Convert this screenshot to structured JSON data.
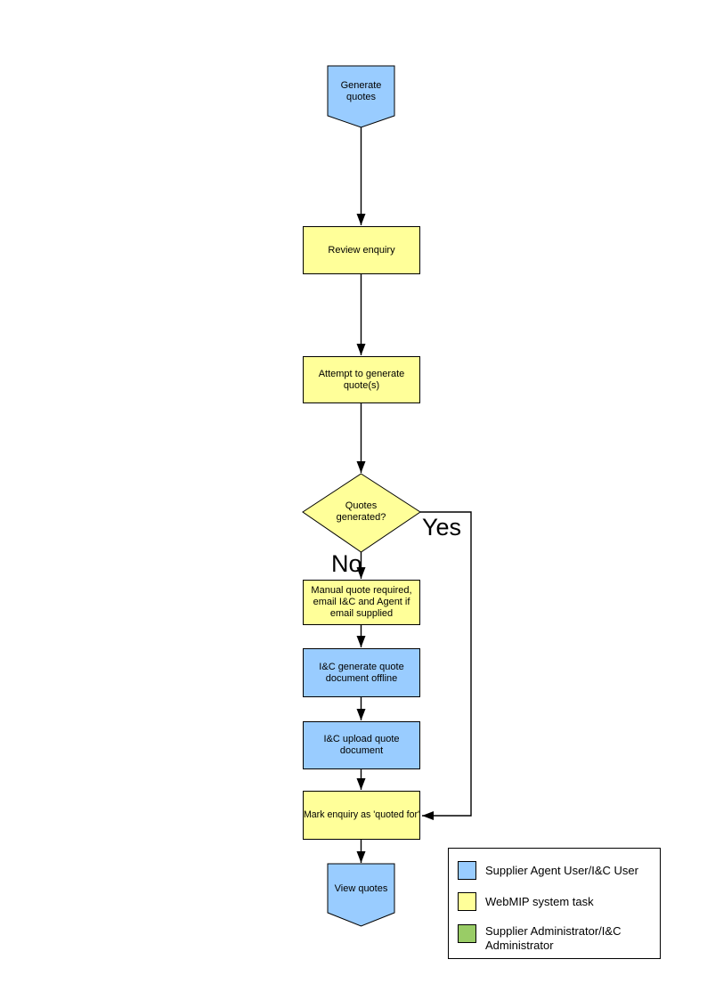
{
  "nodes": {
    "generate_quotes": {
      "label": "Generate quotes"
    },
    "review_enquiry": {
      "label": "Review enquiry"
    },
    "attempt_generate": {
      "label": "Attempt to generate quote(s)"
    },
    "quotes_generated": {
      "label": "Quotes generated?"
    },
    "manual_quote": {
      "label": "Manual quote required, email I&C and Agent if email supplied"
    },
    "ic_generate_offline": {
      "label": "I&C generate quote document offline"
    },
    "ic_upload": {
      "label": "I&C upload quote document"
    },
    "mark_quoted": {
      "label": "Mark enquiry as 'quoted for'"
    },
    "view_quotes": {
      "label": "View quotes"
    }
  },
  "branches": {
    "yes": "Yes",
    "no": "No"
  },
  "legend": {
    "items": [
      {
        "label": "Supplier Agent User/I&C User",
        "color": "#99CCFF"
      },
      {
        "label": "WebMIP system task",
        "color": "#FFFF99"
      },
      {
        "label": "Supplier Administrator/I&C Administrator",
        "color": "#99CC66"
      }
    ]
  },
  "colors": {
    "user_task": "#99CCFF",
    "system_task": "#FFFF99",
    "admin_task": "#99CC66",
    "connector": "#000000"
  }
}
